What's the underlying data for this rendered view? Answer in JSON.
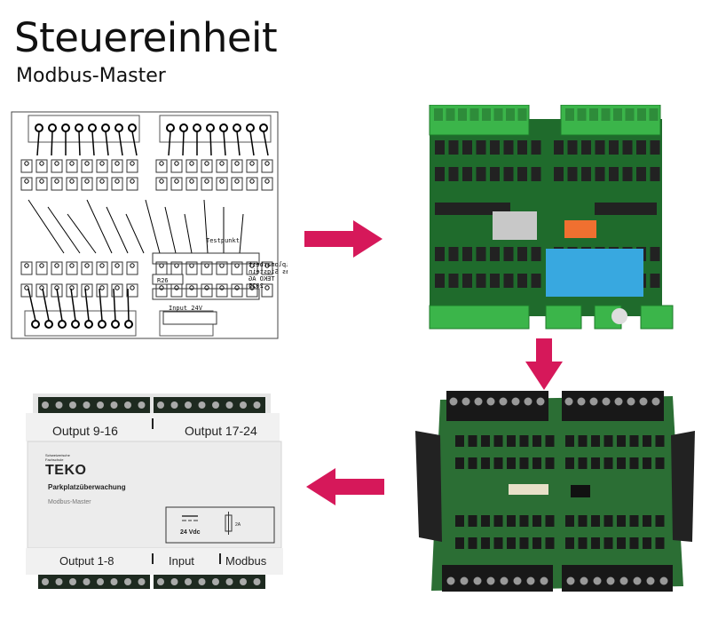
{
  "title": "Steuereinheit",
  "subtitle": "Modbus-Master",
  "device": {
    "top_left_label": "Output 9-16",
    "top_right_label": "Output 17-24",
    "school_line1": "Schweizerische",
    "school_line2": "Fachschule",
    "brand": "TEKO",
    "product_name": "Parkplatzüberwachung",
    "product_sub": "Modbus-Master",
    "voltage": "24 Vdc",
    "fuse": "2A",
    "bottom_labels": [
      "Output 1-8",
      "Input",
      "Modbus"
    ]
  },
  "pcb_layout_text": [
    "Diplomarbeit",
    "Lukas Sigstein",
    "TEKO AG",
    "2025",
    "R26",
    "Input 24V",
    "Testpunkt"
  ],
  "colors": {
    "arrow": "#d6185a",
    "pcb_green": "#1f6b2c",
    "terminal_green": "#3bb54a",
    "module_blue": "#38a8e0"
  }
}
